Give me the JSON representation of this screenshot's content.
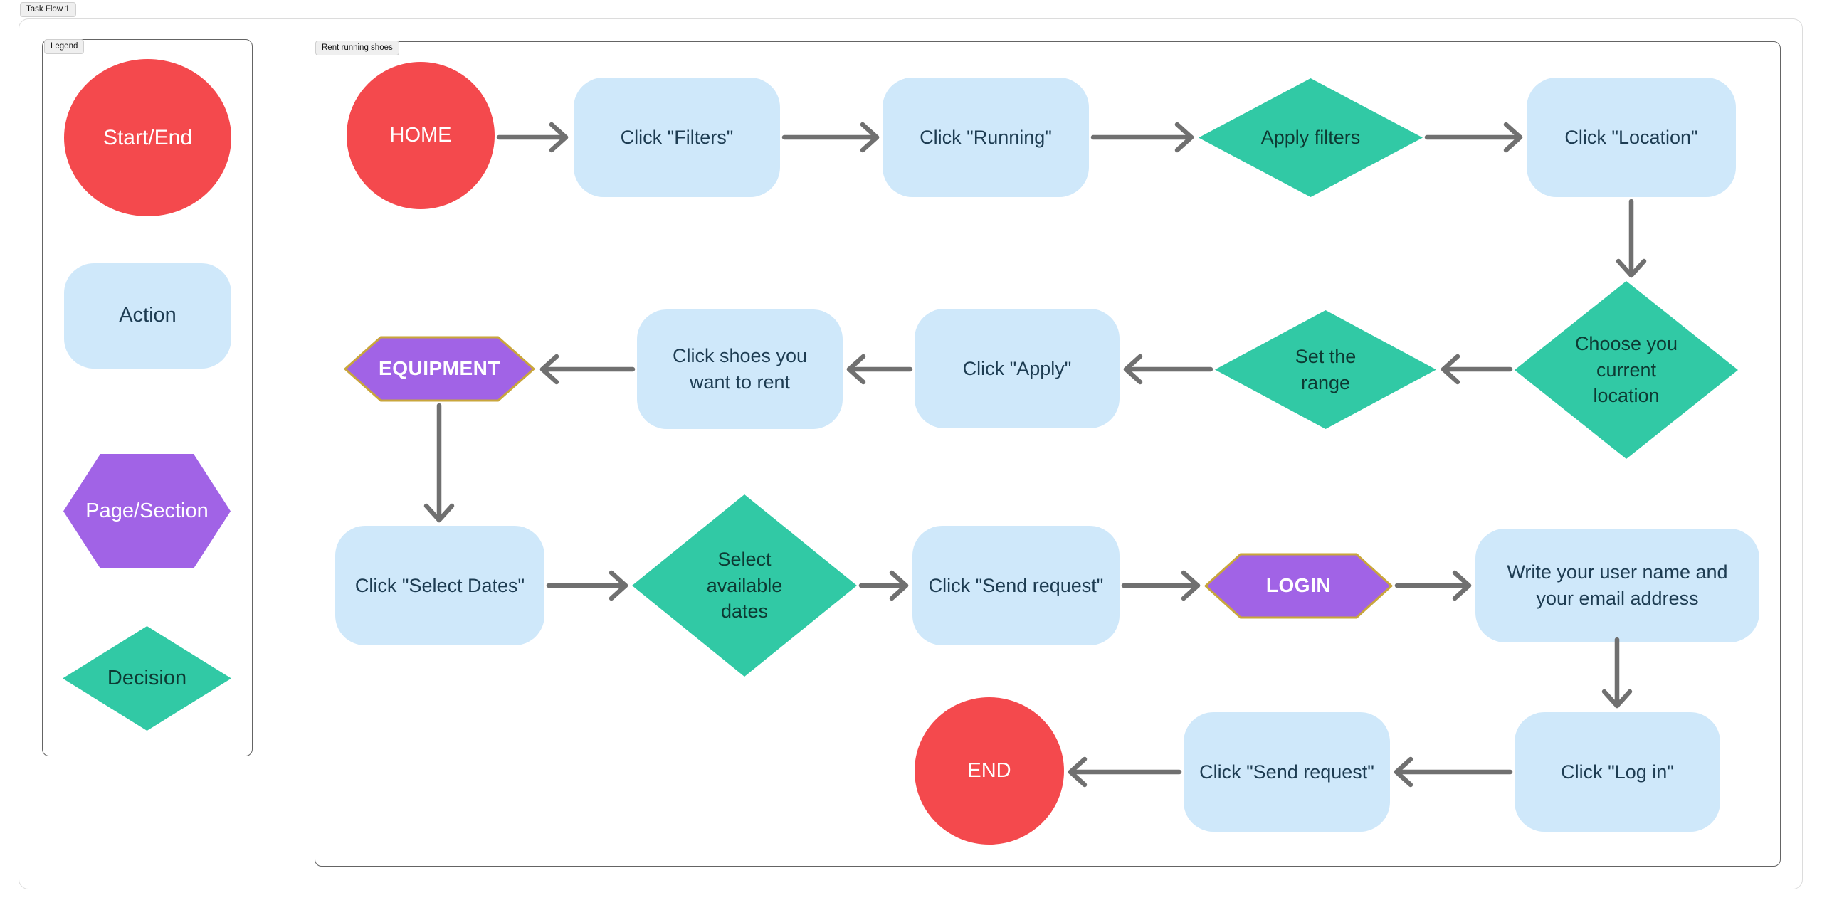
{
  "page": {
    "title_pill": "Task Flow 1"
  },
  "colors": {
    "red": "#f4494d",
    "blue": "#cfe8fa",
    "teal": "#31c9a5",
    "purple": "#a163e6",
    "gold": "#c9a63b",
    "arrow": "#707070",
    "darkblue": "#1d3c52",
    "darkteal": "#0d3a33"
  },
  "legend": {
    "label": "Legend",
    "items": [
      {
        "shape": "circle",
        "label": "Start/End"
      },
      {
        "shape": "action",
        "label": "Action"
      },
      {
        "shape": "hexagon",
        "label": "Page/Section"
      },
      {
        "shape": "diamond",
        "label": "Decision"
      }
    ]
  },
  "flow": {
    "label": "Rent running shoes",
    "nodes": [
      {
        "shape": "circle",
        "label": "HOME"
      },
      {
        "shape": "action",
        "label": "Click \"Filters\""
      },
      {
        "shape": "action",
        "label": "Click \"Running\""
      },
      {
        "shape": "diamond",
        "label": "Apply filters"
      },
      {
        "shape": "action",
        "label": "Click \"Location\""
      },
      {
        "shape": "diamond",
        "label": "Choose you\ncurrent\nlocation"
      },
      {
        "shape": "diamond",
        "label": "Set the\nrange"
      },
      {
        "shape": "action",
        "label": "Click \"Apply\""
      },
      {
        "shape": "action",
        "label": "Click shoes you\nwant to rent"
      },
      {
        "shape": "hexagon",
        "label": "EQUIPMENT"
      },
      {
        "shape": "action",
        "label": "Click \"Select Dates\""
      },
      {
        "shape": "diamond",
        "label": "Select\navailable\ndates"
      },
      {
        "shape": "action",
        "label": "Click \"Send request\""
      },
      {
        "shape": "hexagon",
        "label": "LOGIN"
      },
      {
        "shape": "action",
        "label": "Write your user name and\nyour email address"
      },
      {
        "shape": "action",
        "label": "Click \"Log in\""
      },
      {
        "shape": "action",
        "label": "Click \"Send request\""
      },
      {
        "shape": "circle",
        "label": "END"
      }
    ]
  }
}
